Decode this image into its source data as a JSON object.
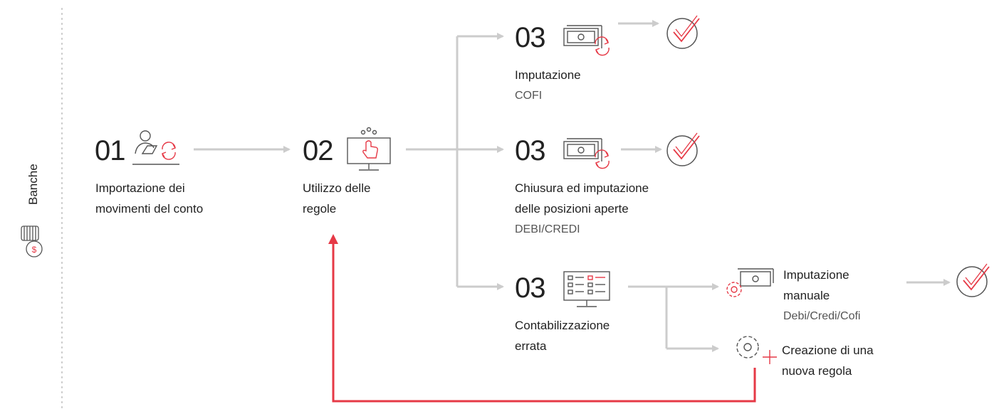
{
  "sidebar": {
    "label": "Banche",
    "icon": "coins-dollar-icon"
  },
  "steps": {
    "s01": {
      "number": "01",
      "line1": "Importazione dei",
      "line2": "movimenti del conto",
      "icon": "user-sync-icon"
    },
    "s02": {
      "number": "02",
      "line1": "Utilizzo delle",
      "line2": "regole",
      "icon": "monitor-touch-icon"
    },
    "s03a": {
      "number": "03",
      "line1": "Imputazione",
      "code": "COFI",
      "icon": "banknote-sync-icon"
    },
    "s03b": {
      "number": "03",
      "line1": "Chiusura ed imputazione",
      "line2": "delle posizioni aperte",
      "code": "DEBI/CREDI",
      "icon": "banknote-sync-icon"
    },
    "s03c": {
      "number": "03",
      "line1": "Contabilizzazione",
      "line2": "errata",
      "icon": "monitor-table-icon"
    }
  },
  "branches": {
    "manual": {
      "line1": "Imputazione",
      "line2": "manuale",
      "code": "Debi/Credi/Cofi",
      "icon": "banknote-gear-icon"
    },
    "new_rule": {
      "line1": "Creazione di una",
      "line2": "nuova regola",
      "icon": "gear-plus-icon"
    }
  },
  "colors": {
    "accent": "#e63946",
    "arrow": "#cccccc",
    "text": "#222222",
    "icon_grey": "#555555"
  }
}
